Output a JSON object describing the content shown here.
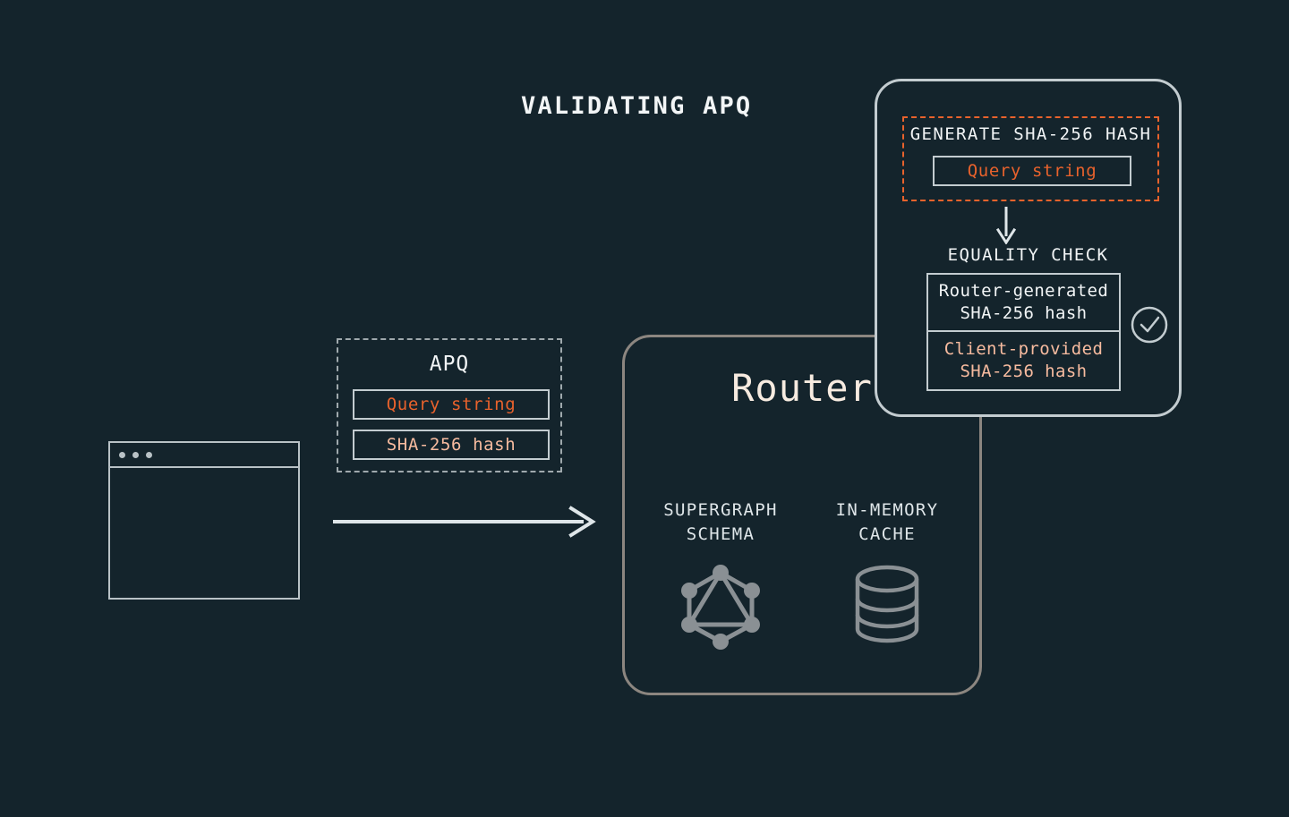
{
  "diagram": {
    "title": "VALIDATING APQ",
    "background_color": "#14242c",
    "accent_orange": "#e8622c",
    "accent_salmon": "#f7bb9f",
    "line_gray": "#c3ccd0",
    "router_border": "#8c8680",
    "icon_gray": "#8a9094"
  },
  "client": {
    "window_icon_name": "browser-window-icon",
    "dots": [
      "dot-1",
      "dot-2",
      "dot-3"
    ]
  },
  "flow": {
    "arrow_name": "request-arrow",
    "direction": "right"
  },
  "apq": {
    "title": "APQ",
    "fields": [
      {
        "label": "Query string",
        "color": "#e8622c"
      },
      {
        "label": "SHA-256 hash",
        "color": "#f7bb9f"
      }
    ]
  },
  "router": {
    "title": "Router",
    "components": [
      {
        "label": "SUPERGRAPH\nSCHEMA",
        "icon": "graphql-icon"
      },
      {
        "label": "IN-MEMORY\nCACHE",
        "icon": "database-icon"
      }
    ]
  },
  "detail_panel": {
    "generate_hash": {
      "label": "GENERATE SHA-256 HASH",
      "input": "Query string"
    },
    "arrow_icon": "down-arrow-icon",
    "equality_check": {
      "label": "EQUALITY CHECK",
      "rows": [
        {
          "text": "Router-generated\nSHA-256 hash",
          "color": "#f2f5f6"
        },
        {
          "text": "Client-provided\nSHA-256 hash",
          "color": "#f7bb9f"
        }
      ],
      "result_icon": "check-circle-icon"
    }
  }
}
